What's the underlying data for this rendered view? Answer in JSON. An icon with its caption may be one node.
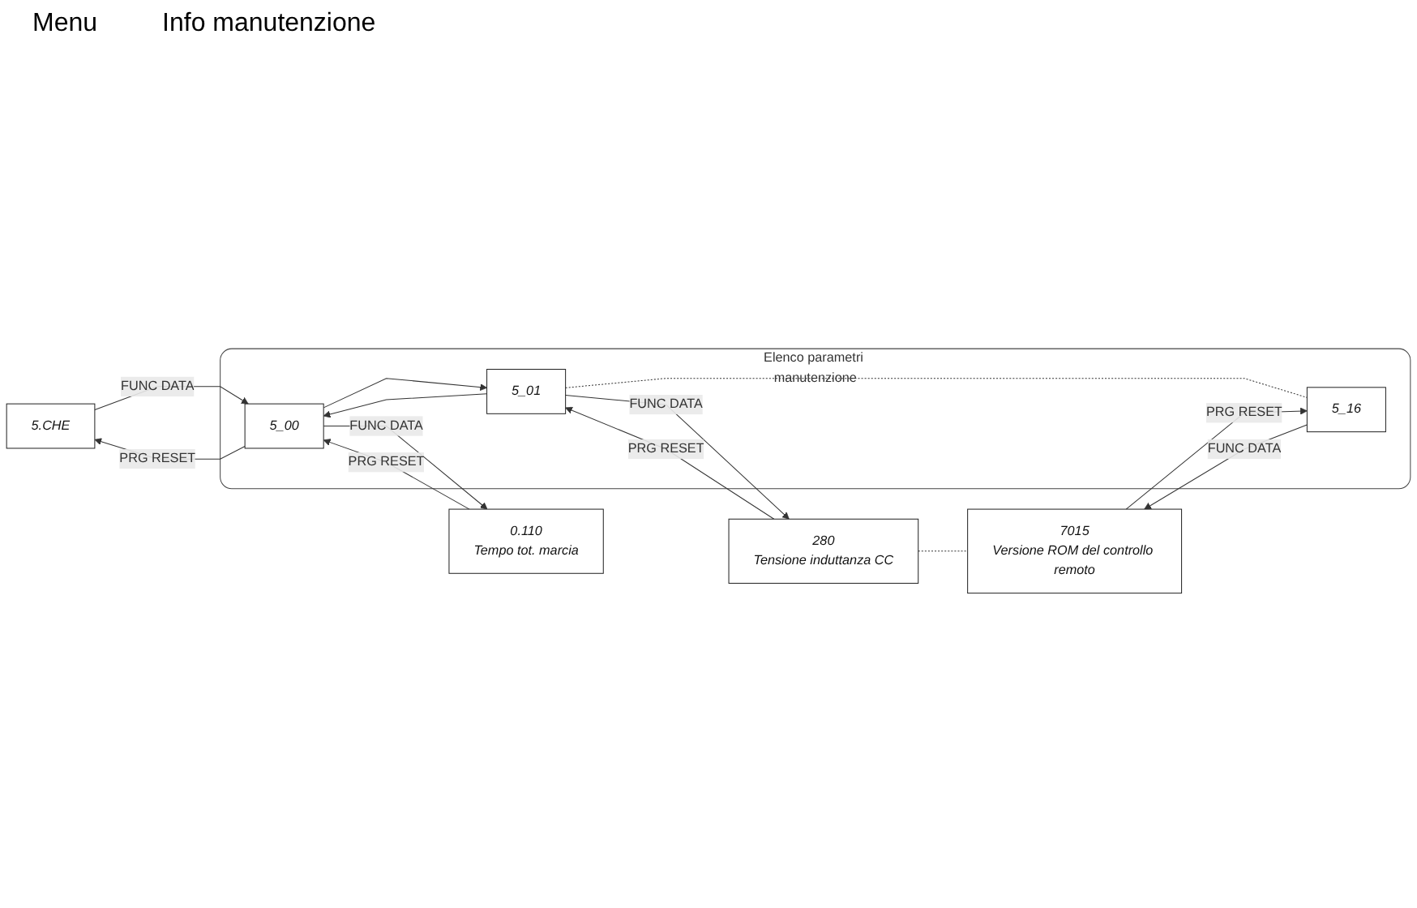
{
  "diagram": {
    "nodes": [
      {
        "text": [
          "5.CHE"
        ]
      },
      {
        "text": [
          "Elenco parametri manutenzione"
        ]
      },
      {
        "text": [
          "5_00"
        ],
        "in": 1
      },
      {
        "text": [
          "5_01"
        ],
        "in": 1
      },
      {
        "text": [
          "5_16"
        ],
        "in": 1
      },
      {
        "text": [
          "0.110",
          "Tempo tot. marcia"
        ]
      },
      {
        "text": [
          "280",
          "Tensione induttanza CC"
        ]
      },
      {
        "text": [
          "7015",
          "Versione ROM del controllo remoto"
        ]
      }
    ],
    "edges": [
      {
        "from": 0,
        "to": 2,
        "arrow": "to",
        "label": "FUNC DATA"
      },
      {
        "from": 2,
        "to": 0,
        "arrow": "to",
        "label": "PRG RESET"
      },
      {
        "from": 2,
        "to": 5,
        "arrow": "to",
        "label": "FUNC DATA"
      },
      {
        "from": 5,
        "to": 2,
        "arrow": "to",
        "label": "PRG RESET"
      },
      {
        "from": 2,
        "to": 3,
        "arrow": "to"
      },
      {
        "from": 3,
        "to": 2,
        "arrow": "to"
      },
      {
        "from": 3,
        "to": 6,
        "arrow": "to",
        "label": "FUNC DATA"
      },
      {
        "from": 6,
        "to": 3,
        "arrow": "to",
        "label": "PRG RESET"
      },
      {
        "from": 3,
        "to": 4,
        "arrow": "none",
        "style": "dashed"
      },
      {
        "from": 6,
        "to": 7,
        "arrow": "none",
        "style": "dashed"
      },
      {
        "from": 4,
        "to": 7,
        "arrow": "to",
        "label": "FUNC DATA"
      },
      {
        "from": 7,
        "to": 4,
        "arrow": "to",
        "label": "PRG RESET"
      }
    ],
    "labels": [
      "Menu",
      "Info manutenzione"
    ]
  }
}
